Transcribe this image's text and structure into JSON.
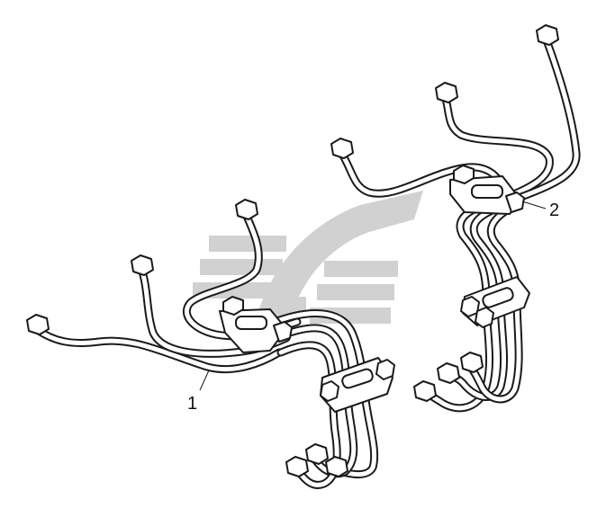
{
  "callouts": {
    "assembly_1": "1",
    "assembly_2": "2"
  },
  "colors": {
    "line": "#1a1a1a",
    "pipe_fill": "#ffffff",
    "watermark": "#c6c6c6",
    "background": "#ffffff"
  },
  "watermark": {
    "icon": "stylized-logo-watermark"
  }
}
